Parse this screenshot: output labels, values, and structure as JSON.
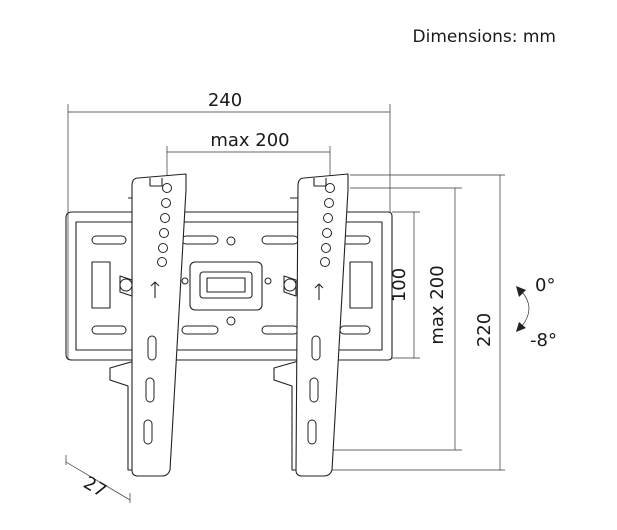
{
  "header": {
    "units_label": "Dimensions: mm"
  },
  "dimensions": {
    "overall_width": "240",
    "vesa_width_max": "max 200",
    "plate_height": "100",
    "vesa_height_max": "max 200",
    "overall_height": "220",
    "depth": "27"
  },
  "tilt": {
    "upper": "0°",
    "lower": "-8°"
  }
}
